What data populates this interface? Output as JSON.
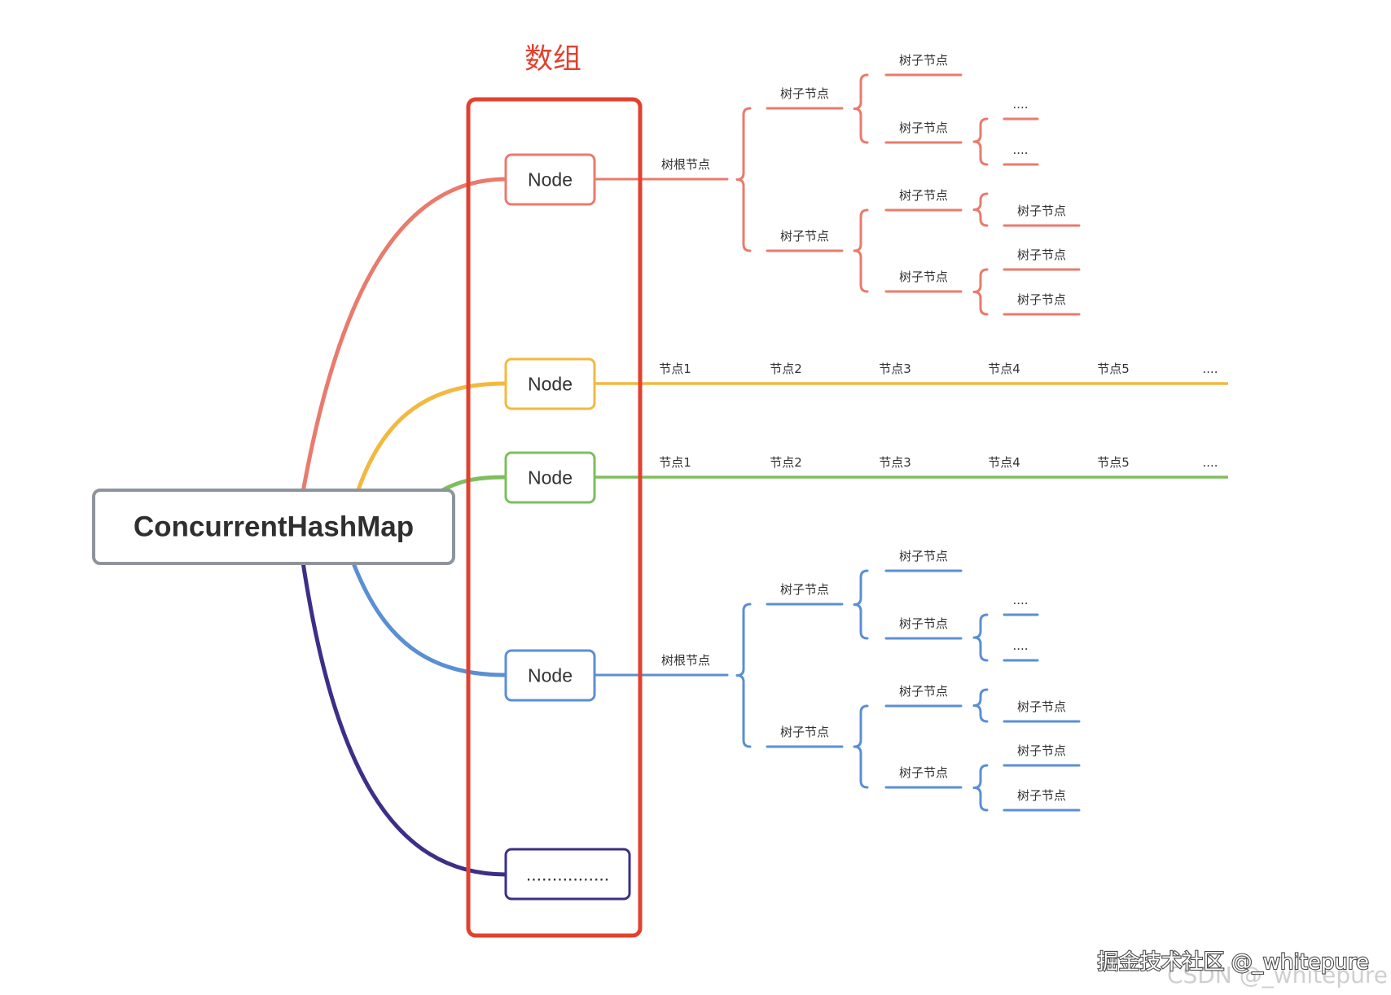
{
  "array_title": "数组",
  "root": {
    "label": "ConcurrentHashMap",
    "border_color": "#8e949c"
  },
  "array_color": "#e2412f",
  "nodes": [
    {
      "label": "Node",
      "color": "#e97b6d"
    },
    {
      "label": "Node",
      "color": "#f2b941"
    },
    {
      "label": "Node",
      "color": "#7dbf5c"
    },
    {
      "label": "Node",
      "color": "#5b8fd4"
    },
    {
      "label": "................",
      "color": "#3b2f88"
    }
  ],
  "trees": [
    {
      "root": "树根节点",
      "children": [
        {
          "label": "树子节点",
          "children": [
            {
              "label": "树子节点"
            },
            {
              "label": "树子节点",
              "children": [
                {
                  "label": "...."
                },
                {
                  "label": "...."
                }
              ]
            }
          ]
        },
        {
          "label": "树子节点",
          "children": [
            {
              "label": "树子节点",
              "children": [
                {
                  "label": "树子节点"
                }
              ]
            },
            {
              "label": "树子节点",
              "children": [
                {
                  "label": "树子节点"
                },
                {
                  "label": "树子节点"
                }
              ]
            }
          ]
        }
      ]
    },
    {
      "root": "树根节点",
      "children": [
        {
          "label": "树子节点",
          "children": [
            {
              "label": "树子节点"
            },
            {
              "label": "树子节点",
              "children": [
                {
                  "label": "...."
                },
                {
                  "label": "...."
                }
              ]
            }
          ]
        },
        {
          "label": "树子节点",
          "children": [
            {
              "label": "树子节点",
              "children": [
                {
                  "label": "树子节点"
                }
              ]
            },
            {
              "label": "树子节点",
              "children": [
                {
                  "label": "树子节点"
                },
                {
                  "label": "树子节点"
                }
              ]
            }
          ]
        }
      ]
    }
  ],
  "lists": [
    {
      "items": [
        "节点1",
        "节点2",
        "节点3",
        "节点4",
        "节点5",
        "...."
      ]
    },
    {
      "items": [
        "节点1",
        "节点2",
        "节点3",
        "节点4",
        "节点5",
        "...."
      ]
    }
  ],
  "watermarks": [
    "掘金技术社区 @_whitepure",
    "CSDN @_whitepure"
  ]
}
